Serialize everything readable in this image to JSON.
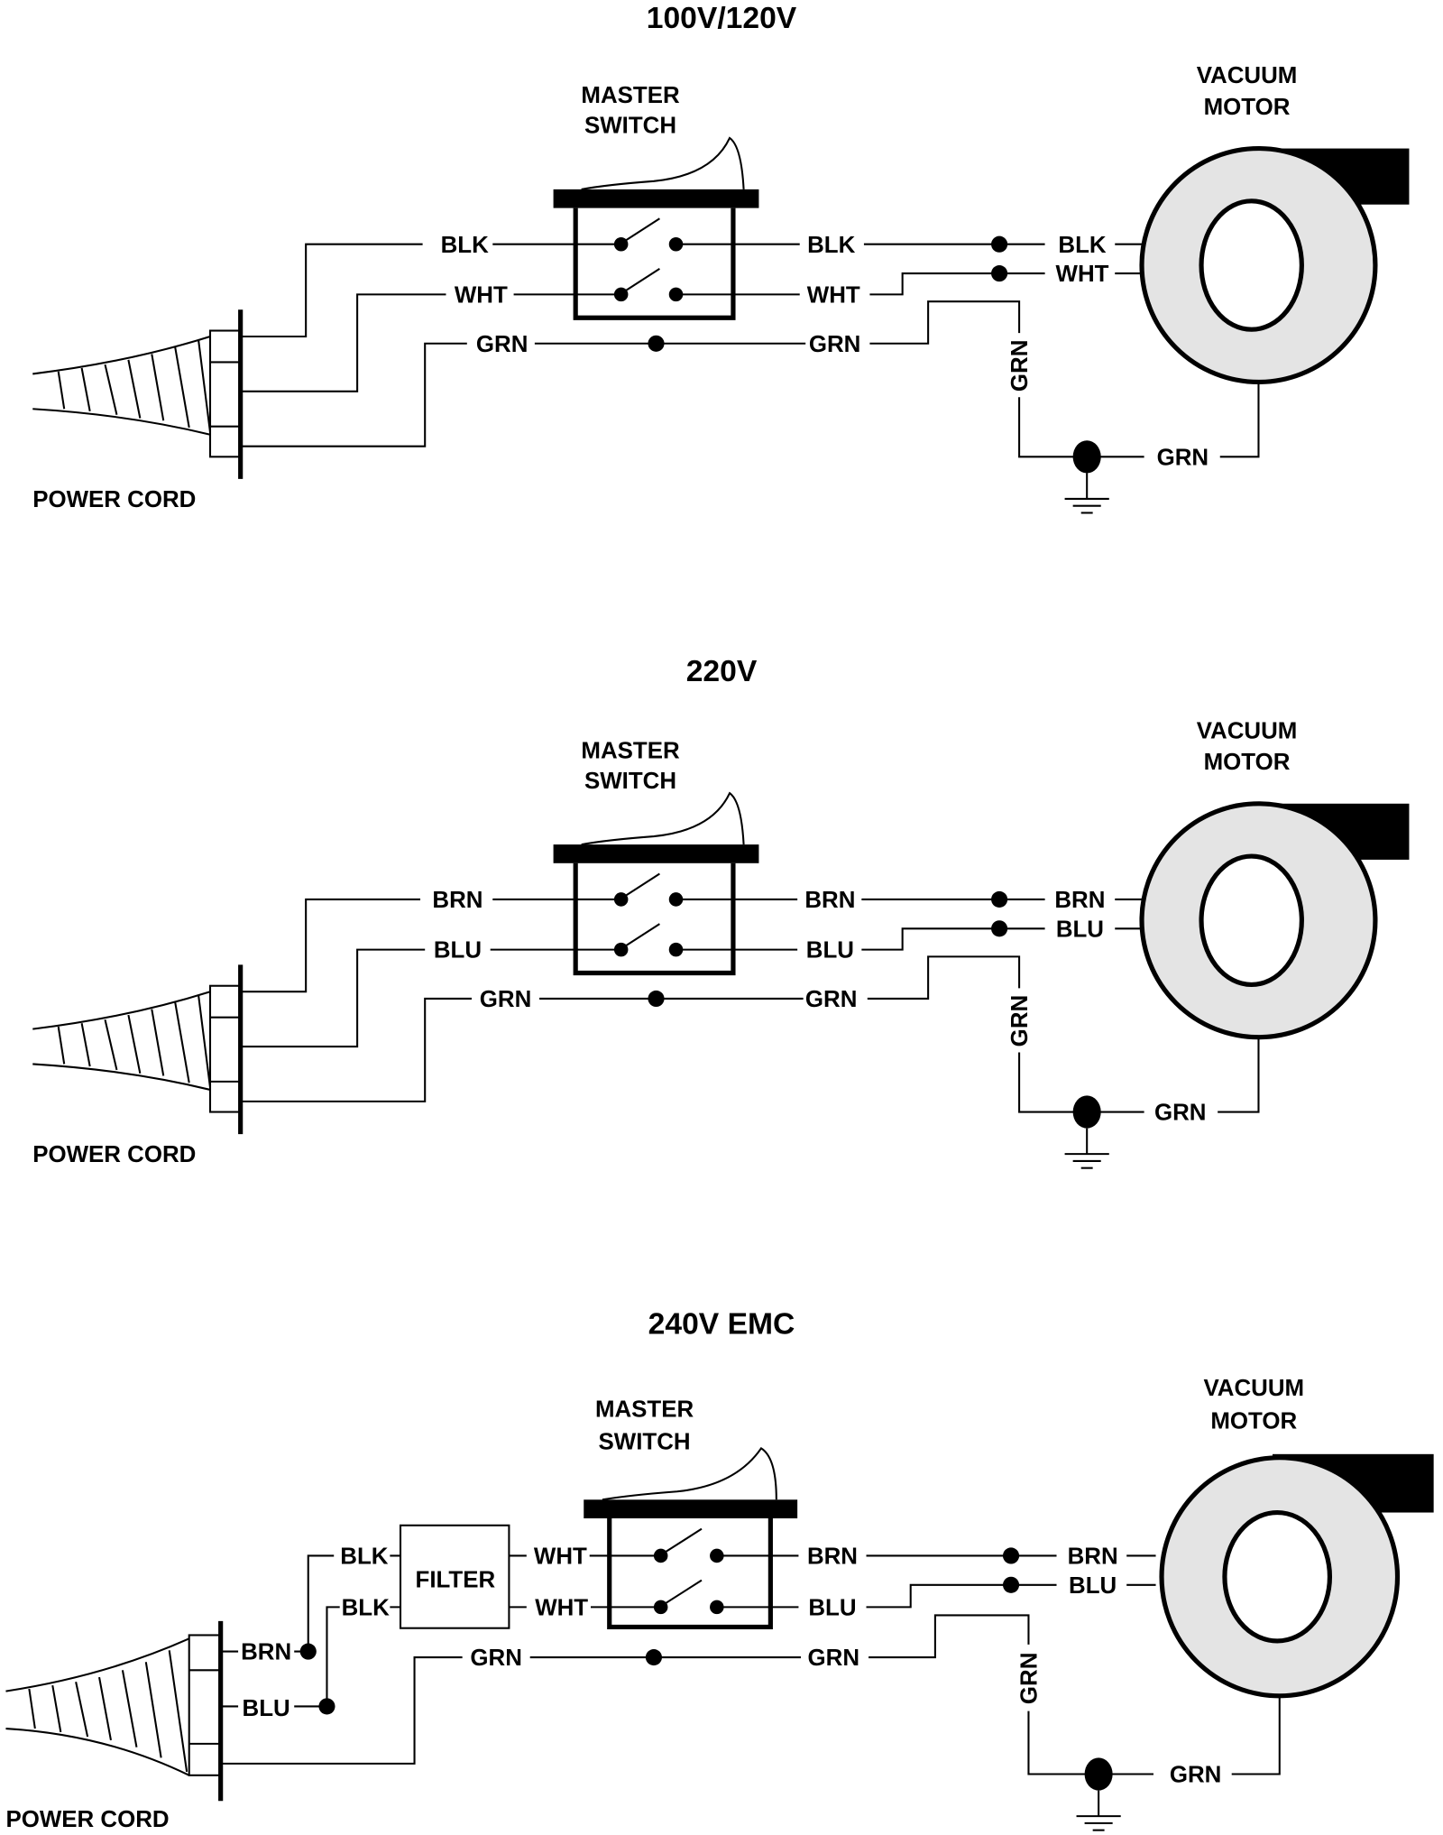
{
  "diagrams": [
    {
      "title": "100V/120V",
      "switch_label": [
        "MASTER",
        "SWITCH"
      ],
      "motor_label": [
        "VACUUM",
        "MOTOR"
      ],
      "cord_label": "POWER CORD",
      "in_wires": [
        "BLK",
        "WHT",
        "GRN"
      ],
      "out_wires": [
        "BLK",
        "WHT",
        "GRN"
      ],
      "motor_wires": [
        "BLK",
        "WHT"
      ],
      "ground_vertical": "GRN",
      "ground_motor": "GRN"
    },
    {
      "title": "220V",
      "switch_label": [
        "MASTER",
        "SWITCH"
      ],
      "motor_label": [
        "VACUUM",
        "MOTOR"
      ],
      "cord_label": "POWER CORD",
      "in_wires": [
        "BRN",
        "BLU",
        "GRN"
      ],
      "out_wires": [
        "BRN",
        "BLU",
        "GRN"
      ],
      "motor_wires": [
        "BRN",
        "BLU"
      ],
      "ground_vertical": "GRN",
      "ground_motor": "GRN"
    },
    {
      "title": "240V EMC",
      "switch_label": [
        "MASTER",
        "SWITCH"
      ],
      "motor_label": [
        "VACUUM",
        "MOTOR"
      ],
      "cord_label": "POWER CORD",
      "cord_wires": [
        "BRN",
        "BLU"
      ],
      "filter_label": "FILTER",
      "filter_in": [
        "BLK",
        "BLK"
      ],
      "filter_out": [
        "WHT",
        "WHT"
      ],
      "ground_in": "GRN",
      "out_wires": [
        "BRN",
        "BLU",
        "GRN"
      ],
      "motor_wires": [
        "BRN",
        "BLU"
      ],
      "ground_vertical": "GRN",
      "ground_motor": "GRN"
    }
  ]
}
